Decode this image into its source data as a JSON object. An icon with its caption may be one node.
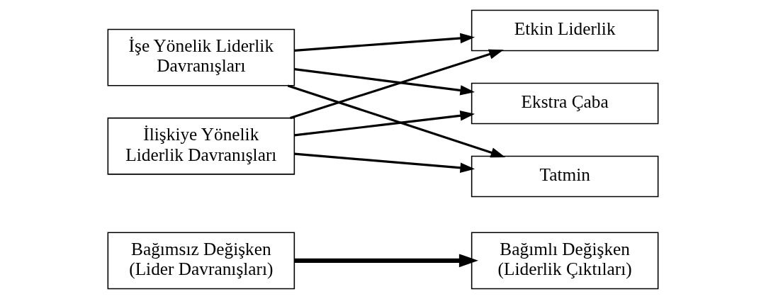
{
  "diagram": {
    "nodes": [
      {
        "text": [
          "Bağımsız Değişken",
          "(Lider Davranışları)"
        ]
      },
      {
        "text": [
          "Bağımlı Değişken",
          "(Liderlik Çıktıları)"
        ]
      },
      {
        "text": [
          "İşe Yönelik Liderlik Davranışları"
        ]
      },
      {
        "text": [
          "İlişkiye Yönelik Liderlik Davranışları"
        ]
      },
      {
        "text": [
          "Etkin Liderlik"
        ]
      },
      {
        "text": [
          "Ekstra Çaba"
        ]
      },
      {
        "text": [
          "Tatmin"
        ]
      }
    ],
    "edges": [
      {
        "from": 0,
        "to": 1,
        "arrow": "to",
        "style": "thick"
      },
      {
        "from": 2,
        "to": 4,
        "arrow": "to"
      },
      {
        "from": 2,
        "to": 5,
        "arrow": "to"
      },
      {
        "from": 2,
        "to": 6,
        "arrow": "to"
      },
      {
        "from": 3,
        "to": 4,
        "arrow": "to"
      },
      {
        "from": 3,
        "to": 5,
        "arrow": "to"
      },
      {
        "from": 3,
        "to": 6,
        "arrow": "to"
      }
    ]
  }
}
